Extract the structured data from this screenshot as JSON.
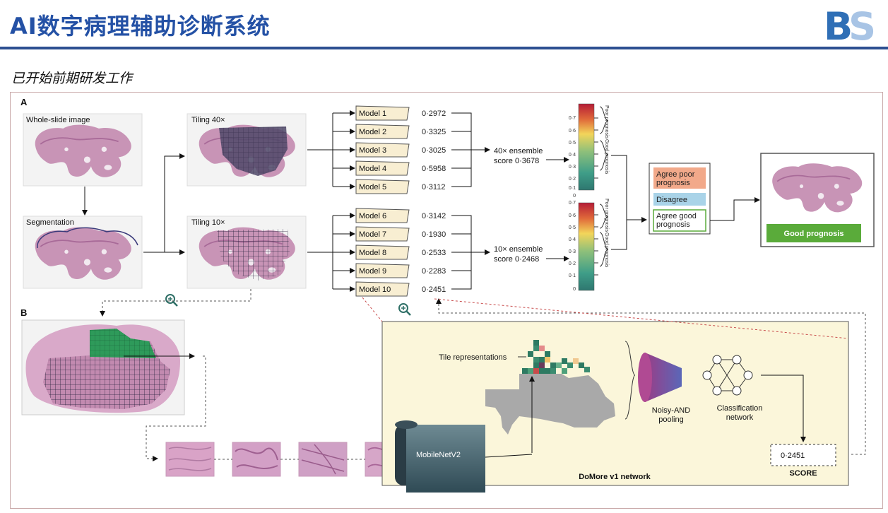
{
  "header": {
    "title": "AI数字病理辅助诊断系统",
    "logo_b": "B",
    "logo_s": "S",
    "subtitle": "已开始前期研发工作"
  },
  "panel_a": {
    "label": "A",
    "whole_slide": "Whole-slide image",
    "segmentation": "Segmentation",
    "tiling40": "Tiling 40×",
    "tiling10": "Tiling 10×",
    "models": [
      {
        "name": "Model 1",
        "score": "0·2972"
      },
      {
        "name": "Model 2",
        "score": "0·3325"
      },
      {
        "name": "Model 3",
        "score": "0·3025"
      },
      {
        "name": "Model 4",
        "score": "0·5958"
      },
      {
        "name": "Model 5",
        "score": "0·3112"
      },
      {
        "name": "Model 6",
        "score": "0·3142"
      },
      {
        "name": "Model 7",
        "score": "0·1930"
      },
      {
        "name": "Model 8",
        "score": "0·2533"
      },
      {
        "name": "Model 9",
        "score": "0·2283"
      },
      {
        "name": "Model 10",
        "score": "0·2451"
      }
    ],
    "ensemble40_l1": "40× ensemble",
    "ensemble40_l2": "score 0·3678",
    "ensemble10_l1": "10× ensemble",
    "ensemble10_l2": "score 0·2468",
    "scale_ticks": [
      "0·7",
      "0·6",
      "0·5",
      "0·4",
      "0·3",
      "0·2",
      "0·1",
      "0"
    ],
    "poor_prognosis": "Poor prognosis",
    "good_prognosis": "Good prognosis",
    "agree_poor_l1": "Agree poor",
    "agree_poor_l2": "prognosis",
    "disagree": "Disagree",
    "agree_good_l1": "Agree good",
    "agree_good_l2": "prognosis",
    "result": "Good prognosis"
  },
  "panel_b": {
    "label": "B",
    "tile_representations": "Tile representations",
    "mobilenet": "MobileNetV2",
    "noisy_and_l1": "Noisy-AND",
    "noisy_and_l2": "pooling",
    "classification_l1": "Classification",
    "classification_l2": "network",
    "score_value": "0·2451",
    "score_label": "SCORE",
    "network_label": "DoMore v1 network"
  },
  "colors": {
    "title": "#2451a5",
    "rule": "#2d4f91",
    "agree_poor": "#f2a98a",
    "disagree": "#a9d3e8",
    "agree_good": "#ffffff",
    "result_green": "#5aab3a",
    "tumor_green": "#2e9a5a",
    "panel_bg": "#fbf6da"
  }
}
